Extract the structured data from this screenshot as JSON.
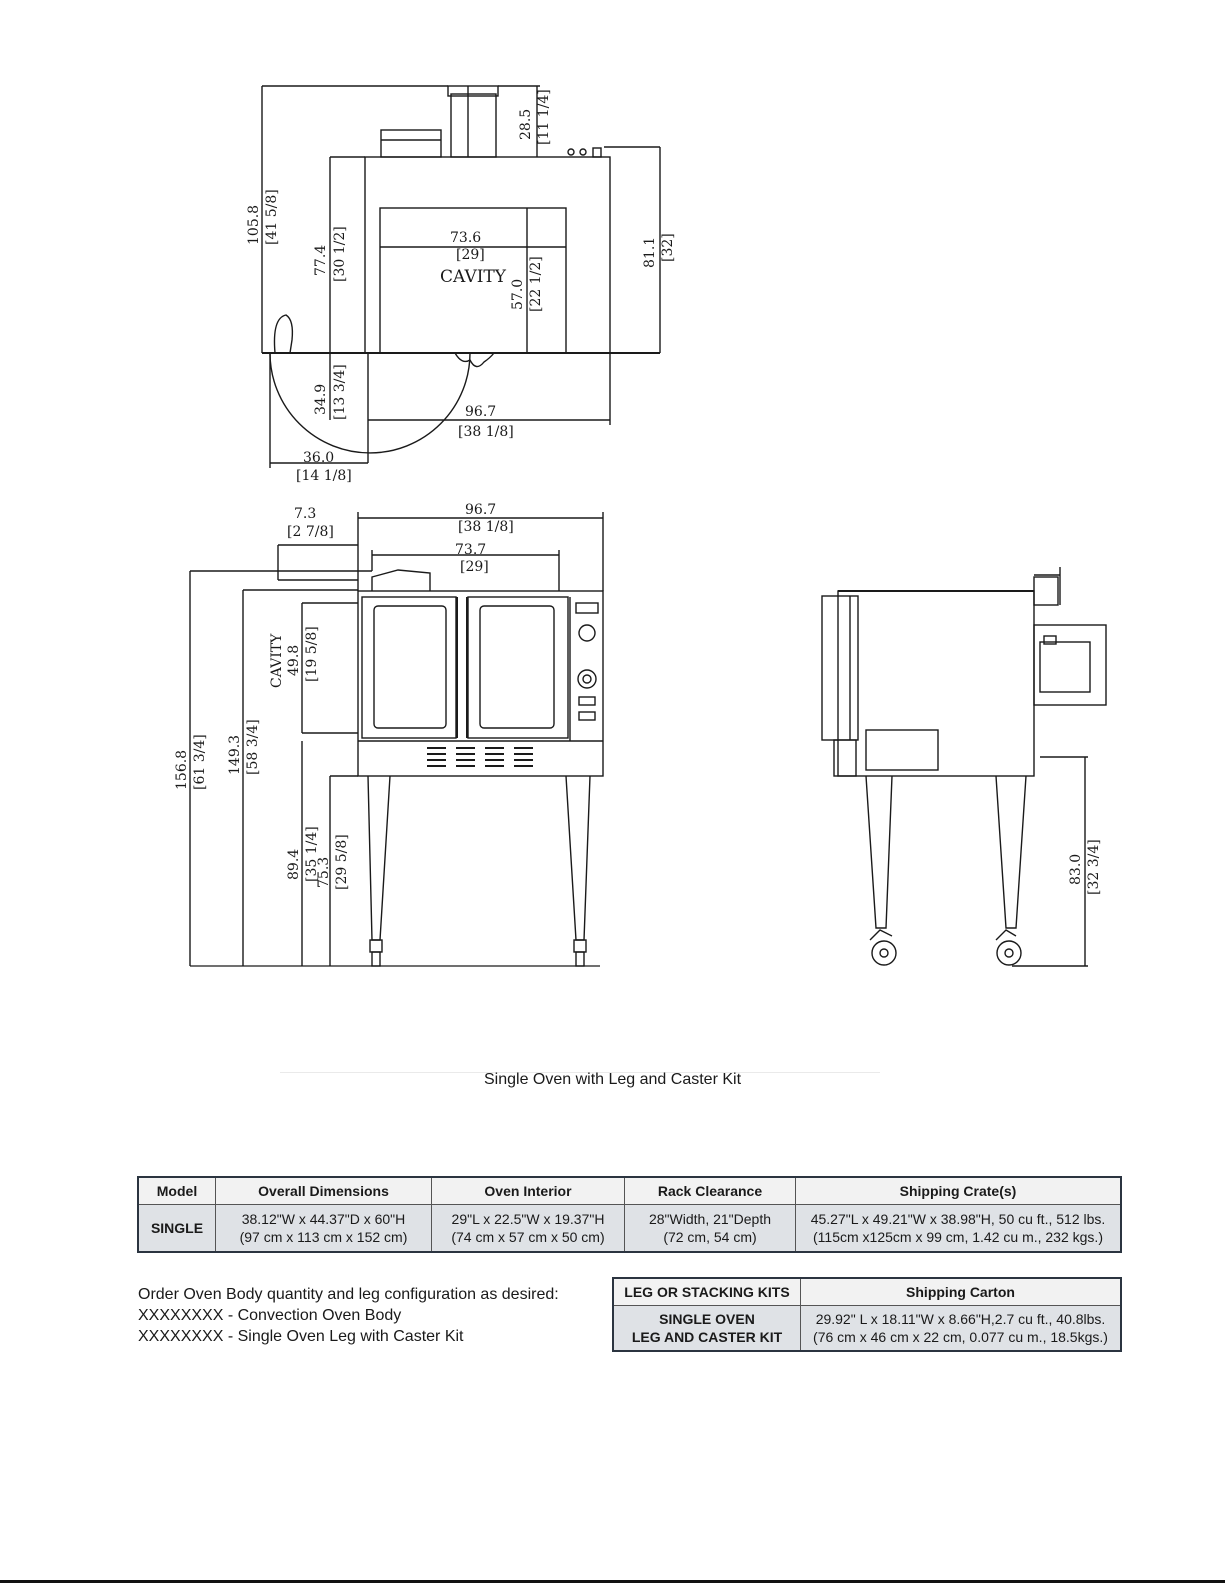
{
  "drawing": {
    "top_view": {
      "cavity_label": "CAVITY",
      "dims": {
        "overall_depth": [
          "105.8",
          "[41 5/8]"
        ],
        "top_clear": [
          "28.5",
          "[11 1/4]"
        ],
        "body_depth": [
          "77.4",
          "[30 1/2]"
        ],
        "right_depth": [
          "81.1",
          "[32]"
        ],
        "cavity_width": [
          "73.6",
          "[29]"
        ],
        "cavity_depth": [
          "57.0",
          "[22 1/2]"
        ],
        "door_swing": [
          "34.9",
          "[13 3/4]"
        ],
        "width": [
          "96.7",
          "[38 1/8]"
        ],
        "door_offset": [
          "36.0",
          "[14 1/8]"
        ]
      }
    },
    "front_view": {
      "cavity_label": "CAVITY",
      "dims": {
        "side_offset": [
          "7.3",
          "[2 7/8]"
        ],
        "width": [
          "96.7",
          "[38 1/8]"
        ],
        "cavity_width": [
          "73.7",
          "[29]"
        ],
        "total_height": [
          "156.8",
          "[61 3/4]"
        ],
        "body_top": [
          "149.3",
          "[58 3/4]"
        ],
        "cavity_height": [
          "49.8",
          "[19 5/8]"
        ],
        "bottom_height": [
          "89.4",
          "[35 1/4]"
        ],
        "leg_height": [
          "75.3",
          "[29 5/8]"
        ]
      }
    },
    "side_view": {
      "dims": {
        "leg_height": [
          "83.0",
          "[32 3/4]"
        ]
      }
    }
  },
  "caption": "Single Oven with Leg and Caster Kit",
  "spec_table": {
    "headers": [
      "Model",
      "Overall Dimensions",
      "Oven Interior",
      "Rack Clearance",
      "Shipping Crate(s)"
    ],
    "row": {
      "model": "SINGLE",
      "overall": [
        "38.12\"W x 44.37\"D x 60\"H",
        "(97 cm x 113 cm x 152 cm)"
      ],
      "interior": [
        "29\"L x 22.5\"W x 19.37\"H",
        "(74 cm x 57 cm x 50 cm)"
      ],
      "rack": [
        "28\"Width, 21\"Depth",
        "(72 cm, 54 cm)"
      ],
      "crate": [
        "45.27\"L x 49.21\"W x 38.98\"H, 50 cu ft., 512 lbs.",
        "(115cm x125cm x 99 cm, 1.42 cu m., 232 kgs.)"
      ]
    }
  },
  "order": {
    "line1": "Order Oven Body quantity and leg configuration as desired:",
    "line2": "XXXXXXXX - Convection Oven Body",
    "line3": "XXXXXXXX - Single Oven Leg with Caster Kit"
  },
  "kit_table": {
    "headers": [
      "LEG OR STACKING KITS",
      "Shipping Carton"
    ],
    "row": {
      "kit": [
        "SINGLE OVEN",
        "LEG AND CASTER KIT"
      ],
      "carton": [
        "29.92\" L x 18.11\"W x 8.66\"H,2.7 cu ft., 40.8lbs.",
        "(76 cm x 46 cm x 22 cm, 0.077 cu m., 18.5kgs.)"
      ]
    }
  }
}
